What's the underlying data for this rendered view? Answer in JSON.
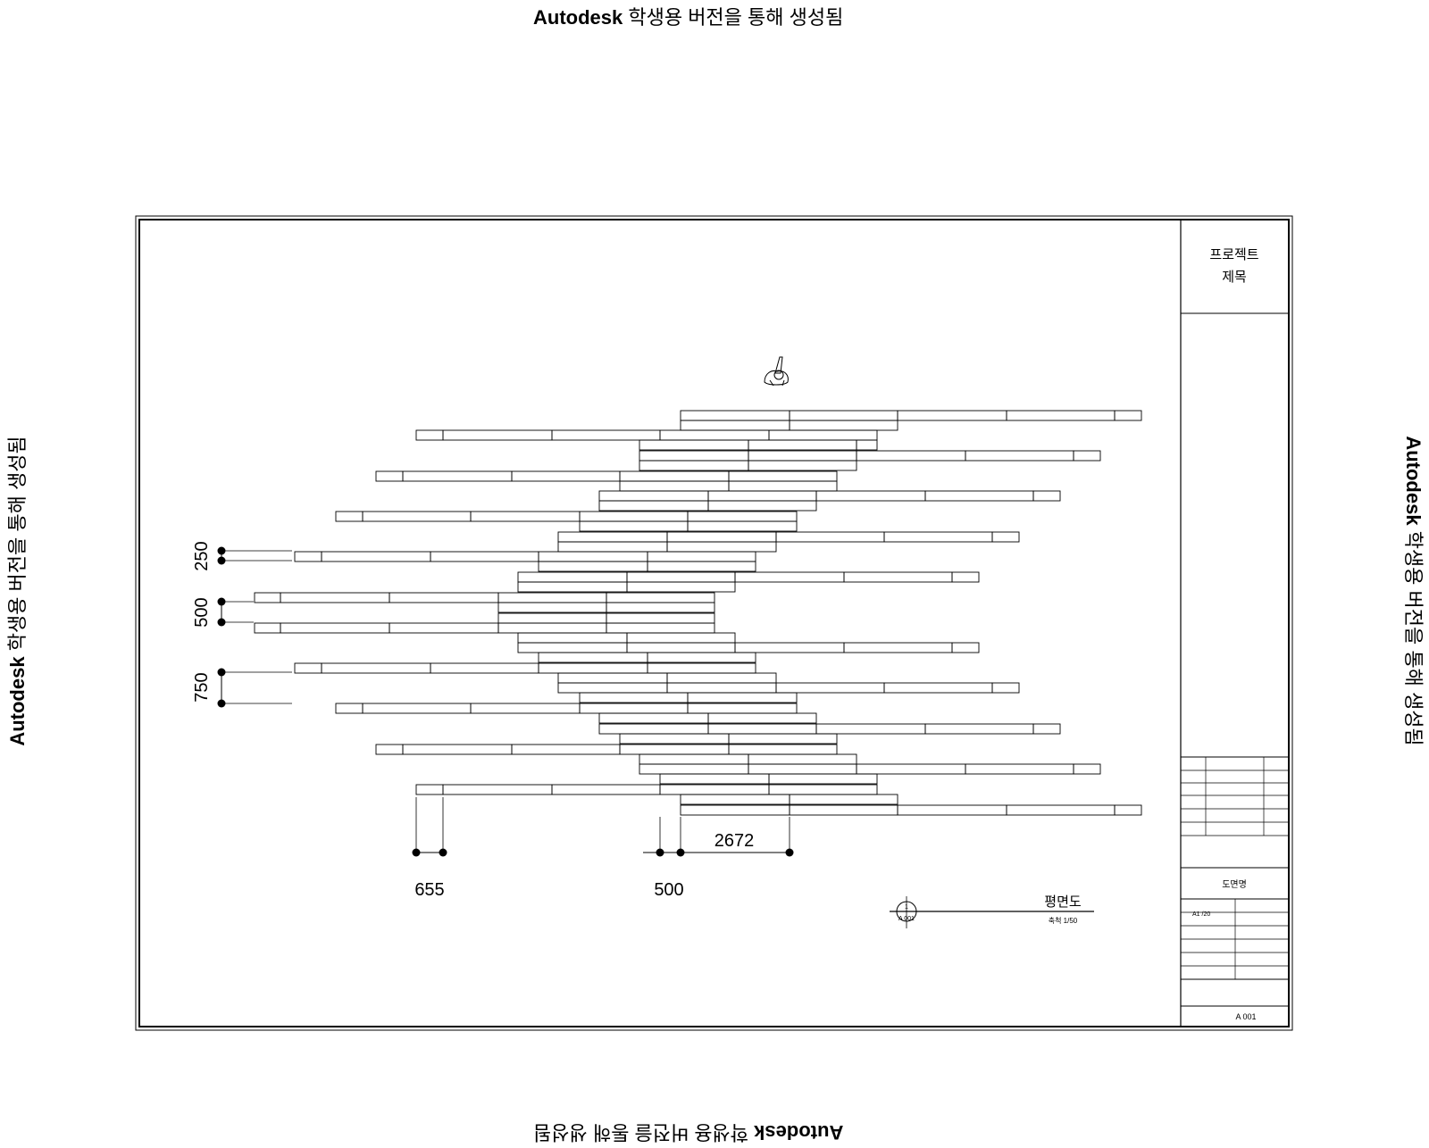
{
  "watermark": {
    "bold": "Autodesk",
    "rest": " 학생용 버전을 통해 생성됨"
  },
  "title_block": {
    "project_line1": "프로젝트",
    "project_line2": "제목",
    "drawing_name": "도면명",
    "drawing_ref": "A1  /20",
    "sheet_number": "A 001"
  },
  "view": {
    "title": "평면도",
    "scale": "축척 1/50",
    "tag_number": "1",
    "tag_sheet": "A 001"
  },
  "dimensions": {
    "left": [
      "250",
      "500",
      "750"
    ],
    "bottom": [
      "655",
      "500",
      "2672"
    ]
  }
}
